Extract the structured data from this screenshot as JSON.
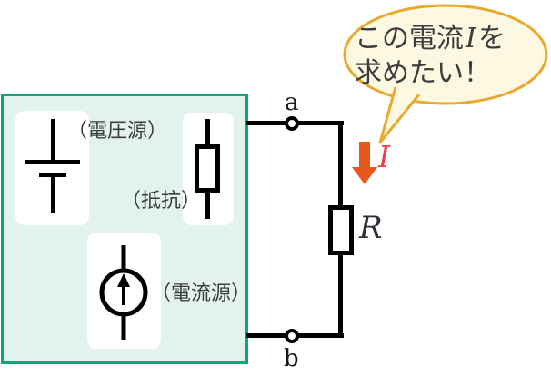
{
  "palette": {
    "box_border_green": "#0ba87b",
    "box_fill_mint": "#e2f3eb",
    "bubble_border_gold": "#e9a92c",
    "bubble_fill_cream": "#fcf8e2",
    "arrow_orange": "#e8581c",
    "current_label_red": "#f23c4d",
    "label_gray": "#3e3e3e",
    "stroke_black": "#000000"
  },
  "legend_box": {
    "voltage_source_label": "（電圧源）",
    "resistor_label": "（抵抗）",
    "current_source_label": "（電流源）"
  },
  "circuit": {
    "terminal_a_label": "a",
    "terminal_b_label": "b",
    "resistor_label": "R",
    "current_label": "I"
  },
  "speech_bubble": {
    "line1_pre": "この電流",
    "line1_var": "I",
    "line1_post": "を",
    "line2": "求めたい！"
  }
}
